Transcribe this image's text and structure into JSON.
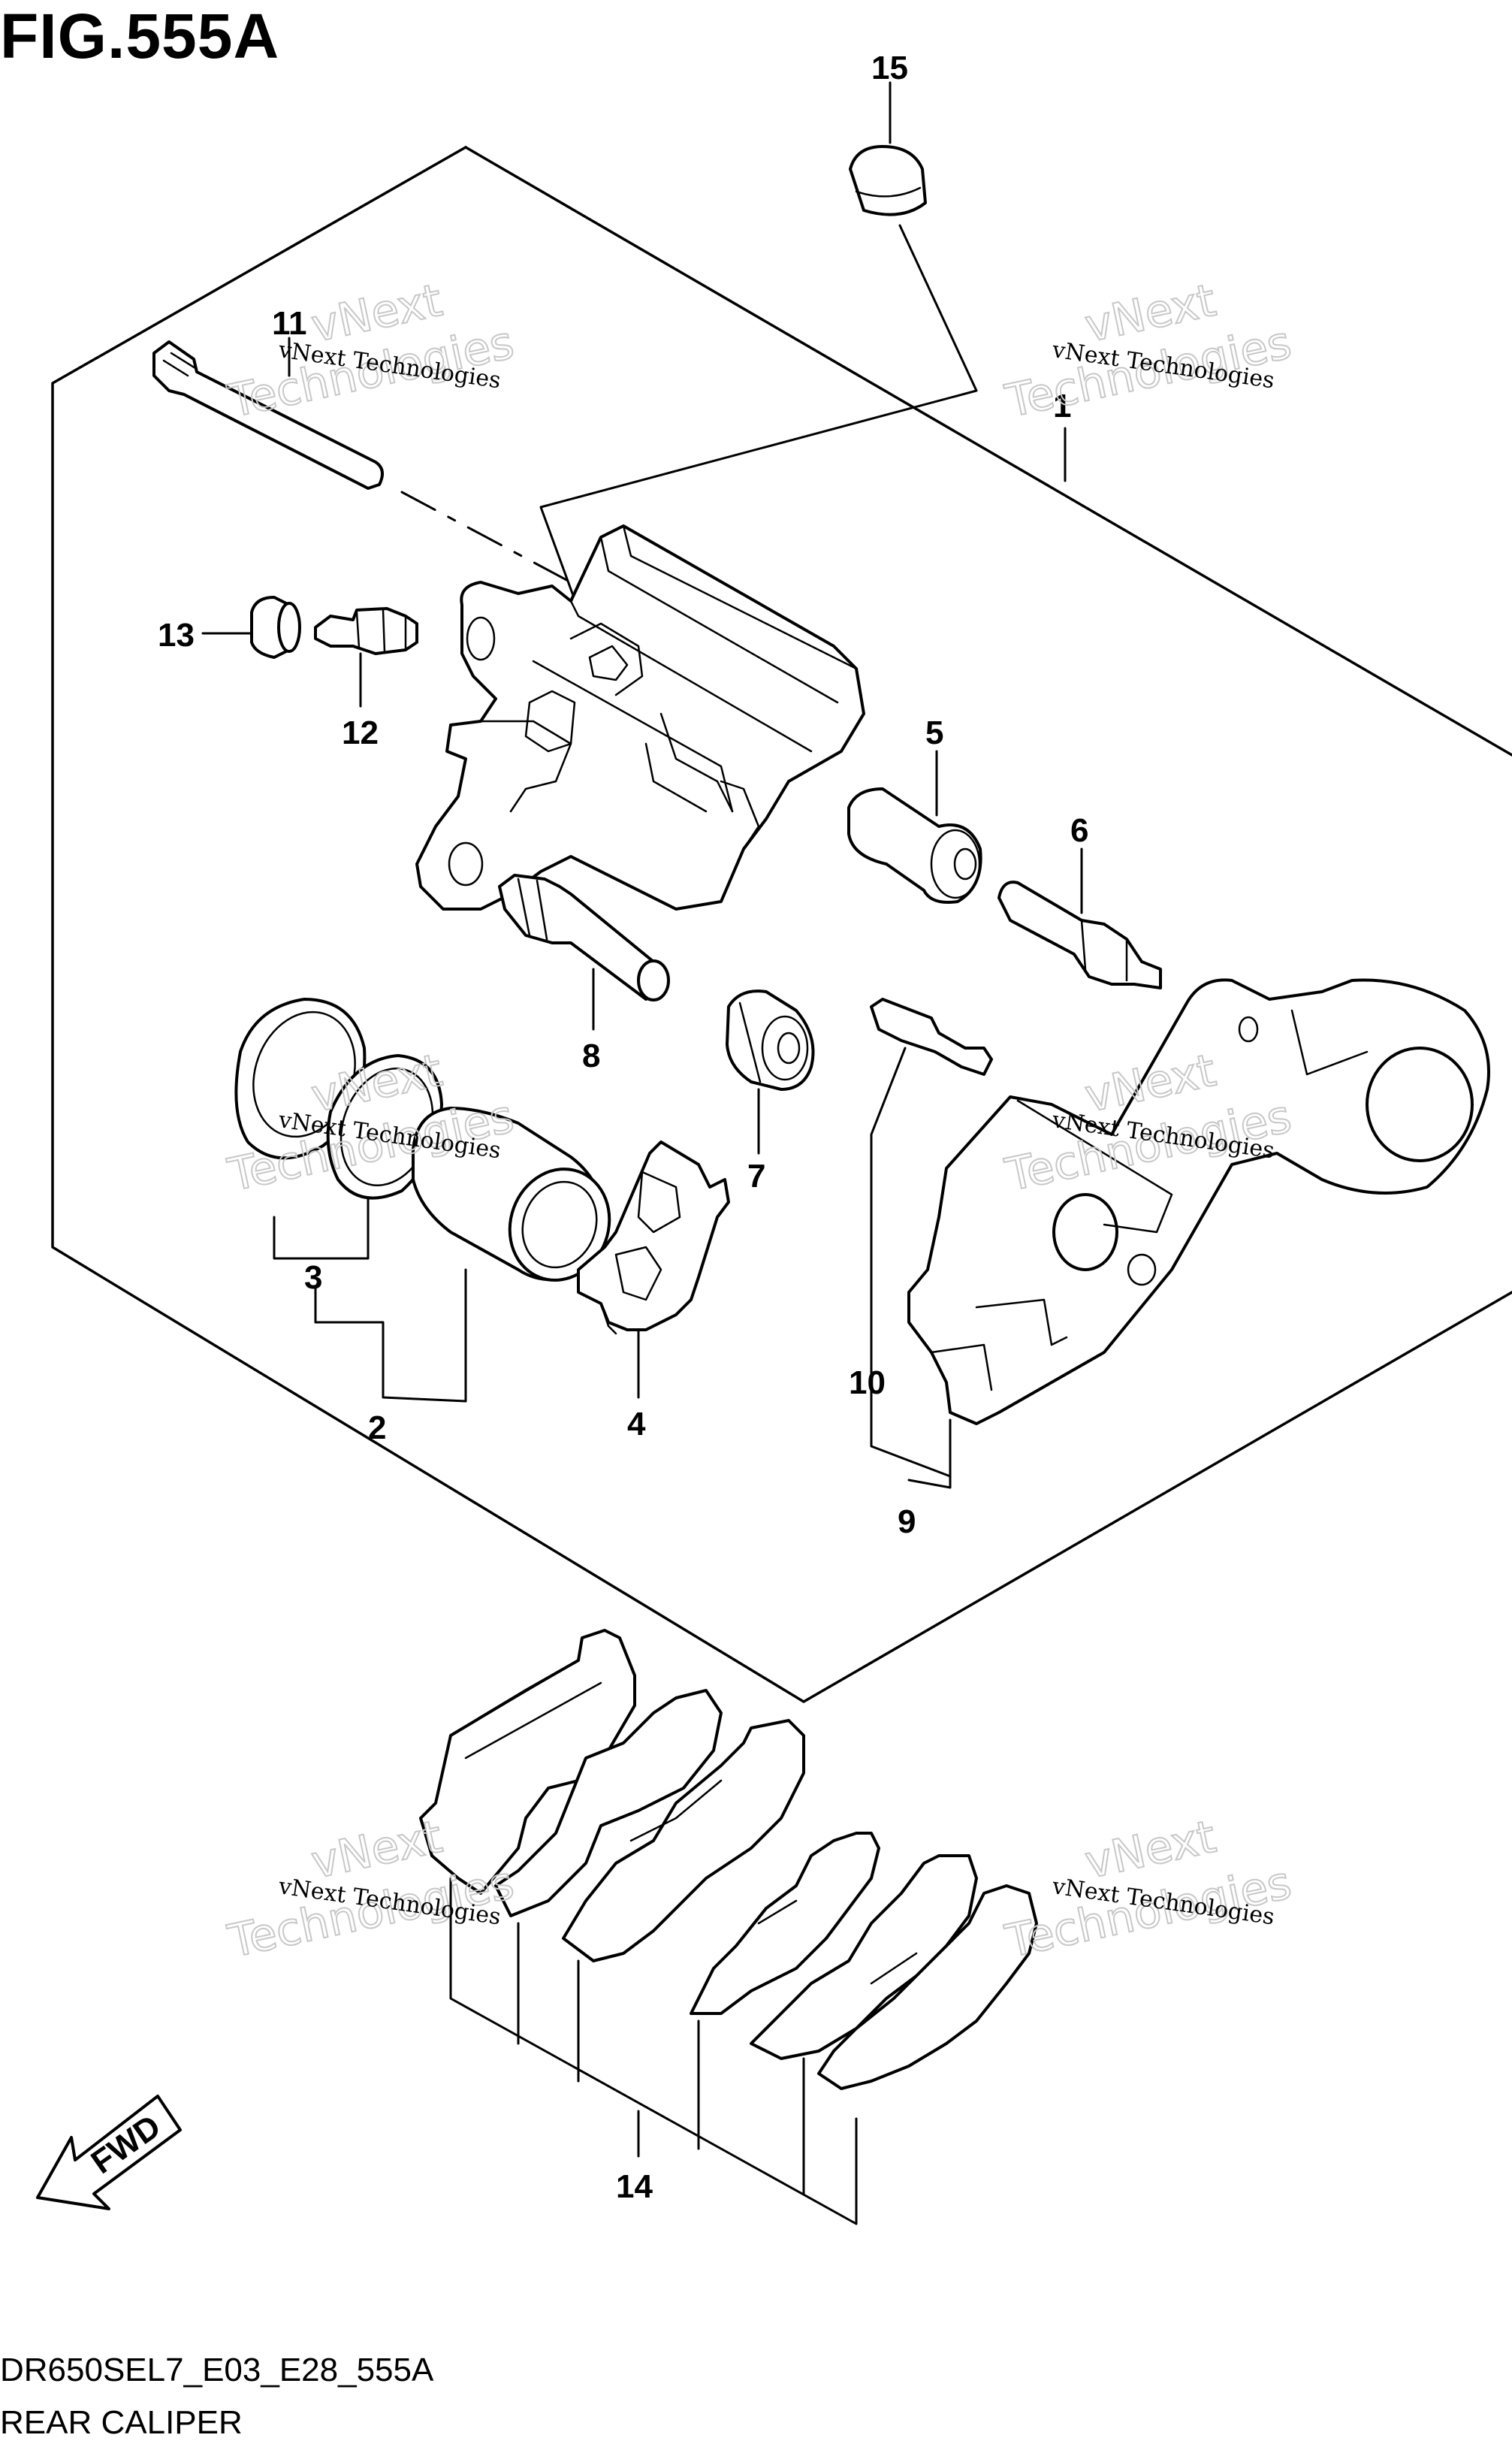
{
  "figure": {
    "title": "FIG.555A",
    "code": "DR650SEL7_E03_E28_555A",
    "name": "REAR CALIPER",
    "fwd_label": "FWD"
  },
  "callouts": [
    {
      "id": "c1",
      "label": "1"
    },
    {
      "id": "c2",
      "label": "2"
    },
    {
      "id": "c3",
      "label": "3"
    },
    {
      "id": "c4",
      "label": "4"
    },
    {
      "id": "c5",
      "label": "5"
    },
    {
      "id": "c6",
      "label": "6"
    },
    {
      "id": "c7",
      "label": "7"
    },
    {
      "id": "c8",
      "label": "8"
    },
    {
      "id": "c9",
      "label": "9"
    },
    {
      "id": "c10",
      "label": "10"
    },
    {
      "id": "c11",
      "label": "11"
    },
    {
      "id": "c12",
      "label": "12"
    },
    {
      "id": "c13",
      "label": "13"
    },
    {
      "id": "c14",
      "label": "14"
    },
    {
      "id": "c15",
      "label": "15"
    }
  ],
  "watermark": {
    "line1": "vNext Technologies",
    "line2a": "vNext",
    "line2b": "Technologies"
  }
}
